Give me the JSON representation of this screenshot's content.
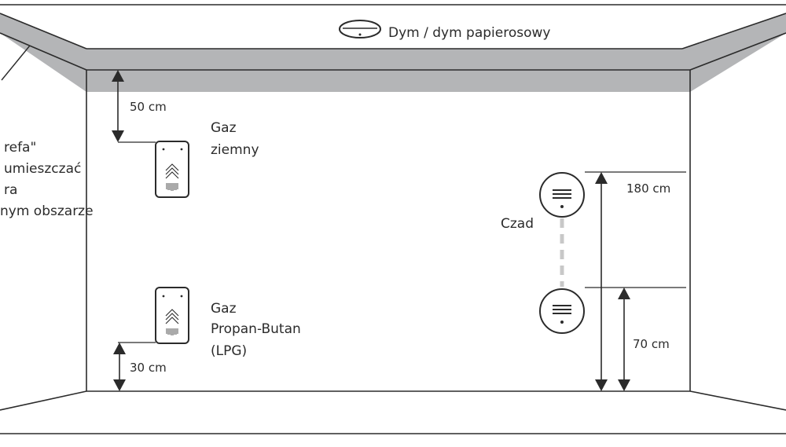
{
  "colors": {
    "line": "#2b2b2b",
    "ceiling_band": "#b4b5b7",
    "dashed": "#c8c8c8",
    "background": "#ffffff"
  },
  "labels": {
    "smoke": "Dym / dym papierosowy",
    "natural_gas_line1": "Gaz",
    "natural_gas_line2": "ziemny",
    "lpg_line1": "Gaz",
    "lpg_line2": "Propan-Butan",
    "lpg_line3": "(LPG)",
    "co": "Czad",
    "note_line1": "refa\"",
    "note_line2": "umieszczać",
    "note_line3": "ra",
    "note_line4": "nym obszarze"
  },
  "dimensions": {
    "natural_gas_from_ceiling": "50 cm",
    "lpg_from_floor": "30 cm",
    "co_max_height": "180 cm",
    "co_min_height": "70 cm"
  },
  "icons": {
    "smoke_detector": "ceiling-smoke-detector-icon",
    "gas_detector": "gas-detector-icon",
    "co_detector": "co-detector-icon"
  }
}
